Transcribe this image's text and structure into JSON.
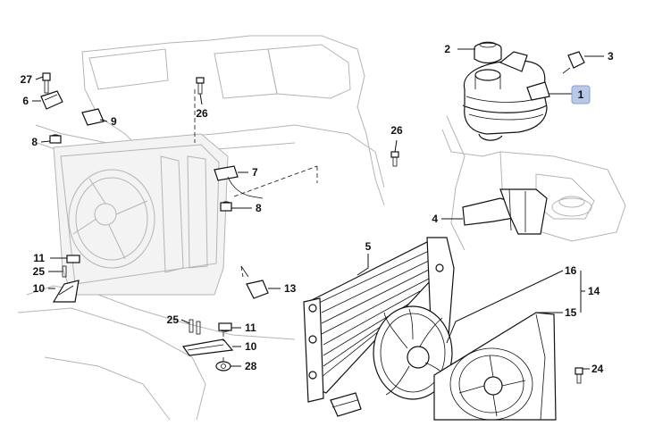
{
  "highlight_color": "#b8c8e8",
  "callouts": [
    {
      "id": "c1",
      "text": "1",
      "highlighted": true
    },
    {
      "id": "c2",
      "text": "2"
    },
    {
      "id": "c3",
      "text": "3"
    },
    {
      "id": "c4",
      "text": "4"
    },
    {
      "id": "c5",
      "text": "5"
    },
    {
      "id": "c6",
      "text": "6"
    },
    {
      "id": "c7",
      "text": "7"
    },
    {
      "id": "c8a",
      "text": "8"
    },
    {
      "id": "c8b",
      "text": "8"
    },
    {
      "id": "c8c",
      "text": "8"
    },
    {
      "id": "c9",
      "text": "9"
    },
    {
      "id": "c10a",
      "text": "10"
    },
    {
      "id": "c10b",
      "text": "10"
    },
    {
      "id": "c11a",
      "text": "11"
    },
    {
      "id": "c11b",
      "text": "11"
    },
    {
      "id": "c13",
      "text": "13"
    },
    {
      "id": "c14",
      "text": "14"
    },
    {
      "id": "c15",
      "text": "15"
    },
    {
      "id": "c16",
      "text": "16"
    },
    {
      "id": "c24",
      "text": "24"
    },
    {
      "id": "c25a",
      "text": "25"
    },
    {
      "id": "c25b",
      "text": "25"
    },
    {
      "id": "c26a",
      "text": "26"
    },
    {
      "id": "c26b",
      "text": "26"
    },
    {
      "id": "c27",
      "text": "27"
    },
    {
      "id": "c28",
      "text": "28"
    }
  ]
}
